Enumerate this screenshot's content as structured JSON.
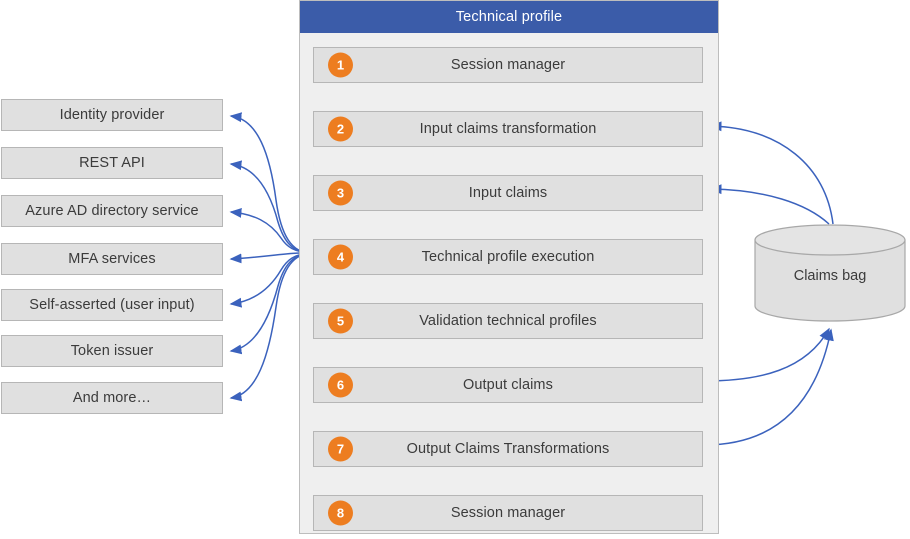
{
  "panel": {
    "title": "Technical profile",
    "steps": [
      {
        "num": "1",
        "label": "Session manager"
      },
      {
        "num": "2",
        "label": "Input claims transformation"
      },
      {
        "num": "3",
        "label": "Input claims"
      },
      {
        "num": "4",
        "label": "Technical profile execution"
      },
      {
        "num": "5",
        "label": "Validation technical profiles"
      },
      {
        "num": "6",
        "label": "Output claims"
      },
      {
        "num": "7",
        "label": "Output Claims Transformations"
      },
      {
        "num": "8",
        "label": "Session manager"
      }
    ]
  },
  "sources": [
    {
      "label": "Identity provider"
    },
    {
      "label": "REST API"
    },
    {
      "label": "Azure AD directory service"
    },
    {
      "label": "MFA services"
    },
    {
      "label": "Self-asserted (user input)"
    },
    {
      "label": "Token issuer"
    },
    {
      "label": "And more…"
    }
  ],
  "store": {
    "label": "Claims bag"
  },
  "colors": {
    "header_blue": "#3b5ca9",
    "badge_orange": "#ed7d20",
    "arrow_blue": "#3b62bd",
    "box_fill": "#e0e0e0",
    "box_border": "#b6b6b6",
    "panel_fill": "#efefef",
    "text": "#3b3b3b"
  }
}
